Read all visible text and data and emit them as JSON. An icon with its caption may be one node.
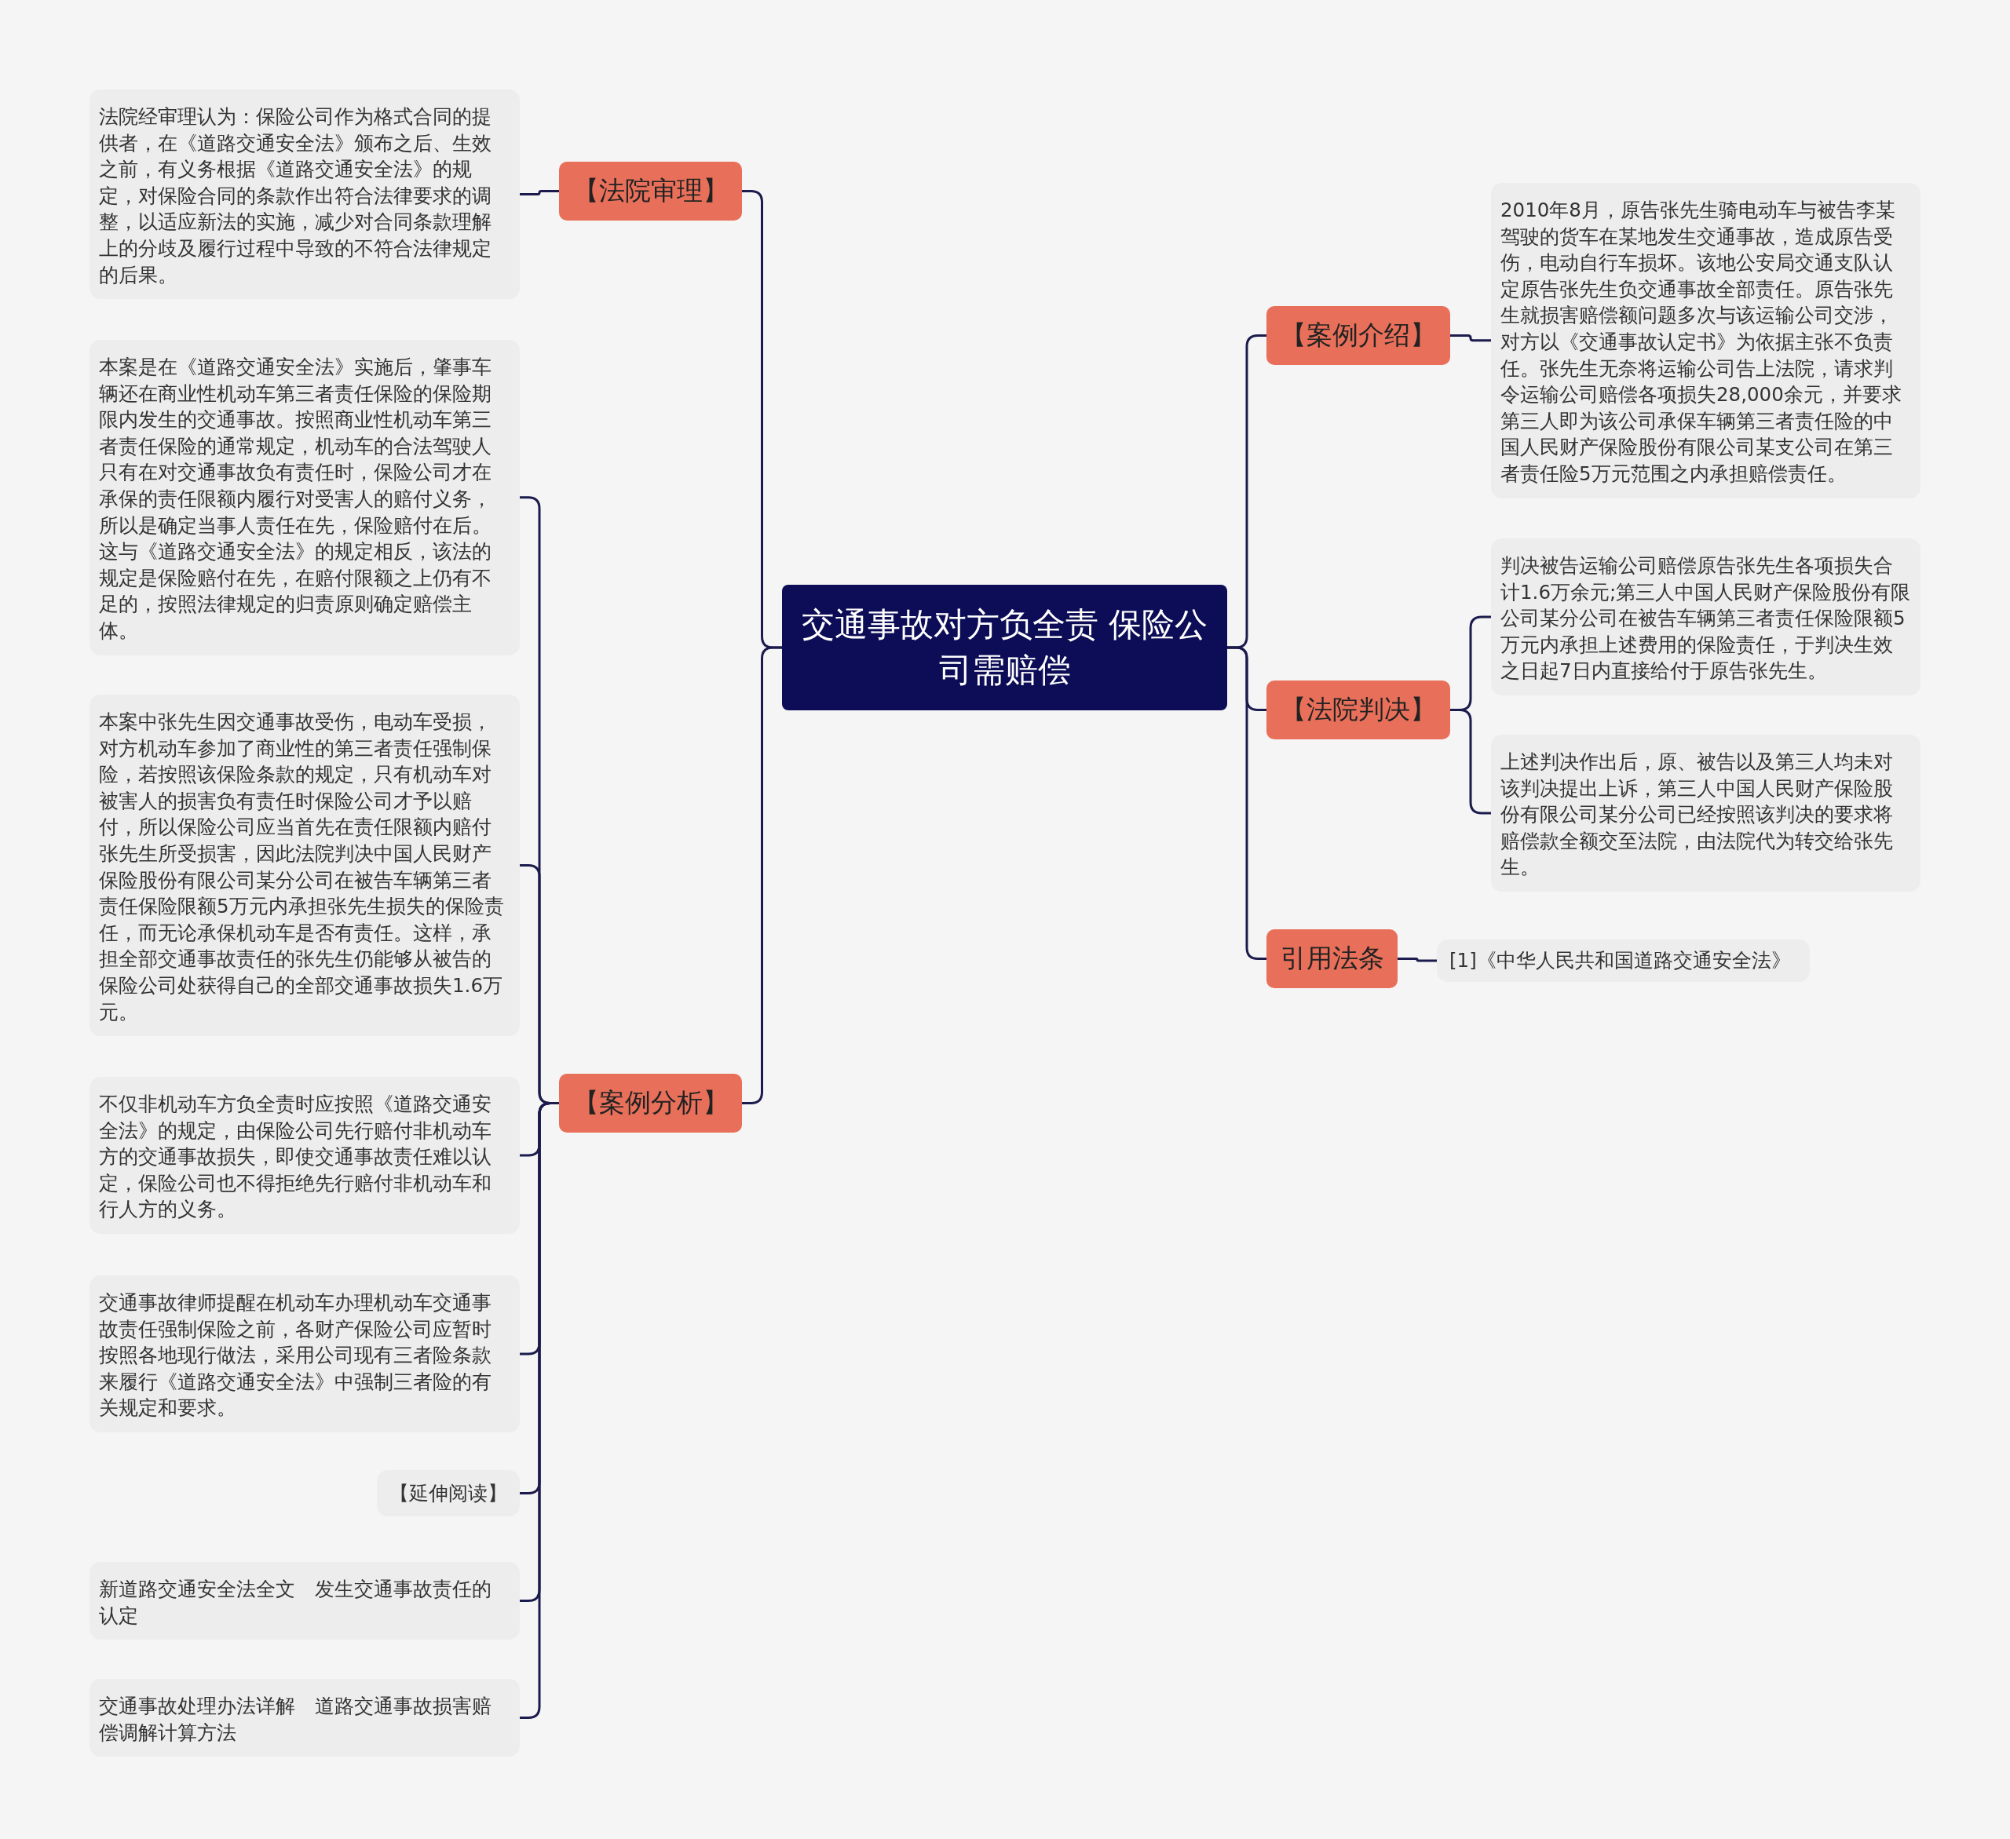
{
  "diagram": {
    "nodes": [
      {
        "text": [
          "交通事故对方负全责 保险公司需赔偿"
        ]
      },
      {
        "text": [
          "【法院审理】"
        ]
      },
      {
        "text": [
          "法院经审理认为：保险公司作为格式合同的提供者，在《道路交通安全法》颁布之后、生效之前，有义务根据《道路交通安全法》的规定，对保险合同的条款作出符合法律要求的调整，以适应新法的实施，减少对合同条款理解上的分歧及履行过程中导致的不符合法律规定的后果。"
        ]
      },
      {
        "text": [
          "【案例分析】"
        ]
      },
      {
        "text": [
          "本案是在《道路交通安全法》实施后，肇事车辆还在商业性机动车第三者责任保险的保险期限内发生的交通事故。按照商业性机动车第三者责任保险的通常规定，机动车的合法驾驶人只有在对交通事故负有责任时，保险公司才在承保的责任限额内履行对受害人的赔付义务，所以是确定当事人责任在先，保险赔付在后。这与《道路交通安全法》的规定相反，该法的规定是保险赔付在先，在赔付限额之上仍有不足的，按照法律规定的归责原则确定赔偿主体。"
        ]
      },
      {
        "text": [
          "本案中张先生因交通事故受伤，电动车受损，对方机动车参加了商业性的第三者责任强制保险，若按照该保险条款的规定，只有机动车对被害人的损害负有责任时保险公司才予以赔付，所以保险公司应当首先在责任限额内赔付张先生所受损害，因此法院判决中国人民财产保险股份有限公司某分公司在被告车辆第三者责任保险限额5万元内承担张先生损失的保险责任，而无论承保机动车是否有责任。这样，承担全部交通事故责任的张先生仍能够从被告的保险公司处获得自己的全部交通事故损失1.6万元。"
        ]
      },
      {
        "text": [
          "不仅非机动车方负全责时应按照《道路交通安全法》的规定，由保险公司先行赔付非机动车方的交通事故损失，即使交通事故责任难以认定，保险公司也不得拒绝先行赔付非机动车和行人方的义务。"
        ]
      },
      {
        "text": [
          "交通事故律师提醒在机动车办理机动车交通事故责任强制保险之前，各财产保险公司应暂时按照各地现行做法，采用公司现有三者险条款来履行《道路交通安全法》中强制三者险的有关规定和要求。"
        ]
      },
      {
        "text": [
          "【延伸阅读】"
        ]
      },
      {
        "text": [
          "新道路交通安全法全文　发生交通事故责任的认定"
        ]
      },
      {
        "text": [
          "交通事故处理办法详解　道路交通事故损害赔偿调解计算方法"
        ]
      },
      {
        "text": [
          "【案例介绍】"
        ]
      },
      {
        "text": [
          "2010年8月，原告张先生骑电动车与被告李某驾驶的货车在某地发生交通事故，造成原告受伤，电动自行车损坏。该地公安局交通支队认定原告张先生负交通事故全部责任。原告张先生就损害赔偿额问题多次与该运输公司交涉，对方以《交通事故认定书》为依据主张不负责任。张先生无奈将运输公司告上法院，请求判令运输公司赔偿各项损失28,000余元，并要求第三人即为该公司承保车辆第三者责任险的中国人民财产保险股份有限公司某支公司在第三者责任险5万元范围之内承担赔偿责任。"
        ]
      },
      {
        "text": [
          "【法院判决】"
        ]
      },
      {
        "text": [
          "判决被告运输公司赔偿原告张先生各项损失合计1.6万余元;第三人中国人民财产保险股份有限公司某分公司在被告车辆第三者责任保险限额5万元内承担上述费用的保险责任，于判决生效之日起7日内直接给付于原告张先生。"
        ]
      },
      {
        "text": [
          "上述判决作出后，原、被告以及第三人均未对该判决提出上诉，第三人中国人民财产保险股份有限公司某分公司已经按照该判决的要求将赔偿款全额交至法院，由法院代为转交给张先生。"
        ]
      },
      {
        "text": [
          "引用法条"
        ]
      },
      {
        "text": [
          "[1]《中华人民共和国道路交通安全法》"
        ]
      }
    ],
    "edges": [
      {
        "from": 0,
        "to": 1,
        "arrow": "none"
      },
      {
        "from": 0,
        "to": 3,
        "arrow": "none"
      },
      {
        "from": 0,
        "to": 11,
        "arrow": "none"
      },
      {
        "from": 0,
        "to": 13,
        "arrow": "none"
      },
      {
        "from": 0,
        "to": 16,
        "arrow": "none"
      },
      {
        "from": 1,
        "to": 2,
        "arrow": "none"
      },
      {
        "from": 3,
        "to": 4,
        "arrow": "none"
      },
      {
        "from": 3,
        "to": 5,
        "arrow": "none"
      },
      {
        "from": 3,
        "to": 6,
        "arrow": "none"
      },
      {
        "from": 3,
        "to": 7,
        "arrow": "none"
      },
      {
        "from": 3,
        "to": 8,
        "arrow": "none"
      },
      {
        "from": 3,
        "to": 9,
        "arrow": "none"
      },
      {
        "from": 3,
        "to": 10,
        "arrow": "none"
      },
      {
        "from": 11,
        "to": 12,
        "arrow": "none"
      },
      {
        "from": 13,
        "to": 14,
        "arrow": "none"
      },
      {
        "from": 13,
        "to": 15,
        "arrow": "none"
      },
      {
        "from": 16,
        "to": 17,
        "arrow": "none"
      }
    ]
  }
}
